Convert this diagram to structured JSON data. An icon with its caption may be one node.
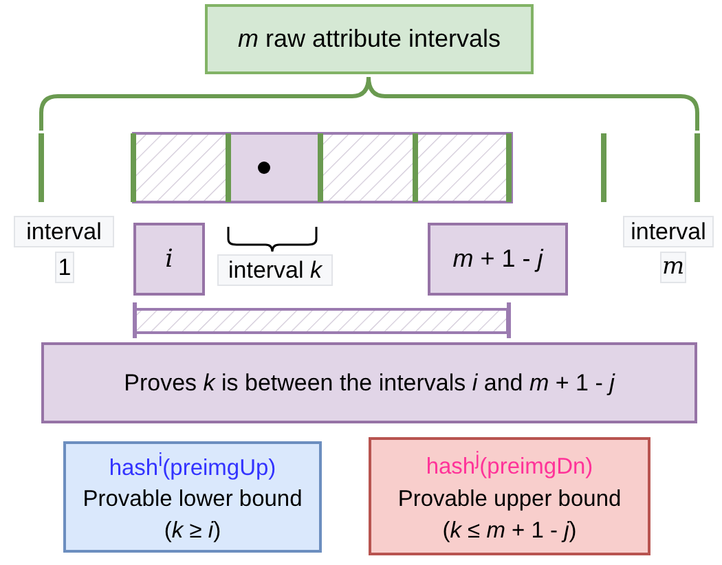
{
  "diagram": {
    "nodes": [
      {
        "text": [
          "*m* raw attribute intervals"
        ]
      },
      {
        "text": [
          "i"
        ]
      },
      {
        "text": [
          "*m* + 1 - *j*"
        ]
      },
      {
        "text": [
          "Proves *k* is between the intervals *i* and *m* + 1 - *j*"
        ]
      },
      {
        "text": [
          "hash$^{i}$(preimgUp)",
          "Provable lower bound",
          "(*k* ≥ *i*)"
        ]
      },
      {
        "text": [
          "hash$^{j}$(preimgDn)",
          "Provable upper bound",
          "(*k* ≤ *m* + 1 - *j*)"
        ]
      }
    ],
    "labels": [
      "interval",
      "1",
      "interval *k*",
      "interval",
      "m"
    ]
  }
}
